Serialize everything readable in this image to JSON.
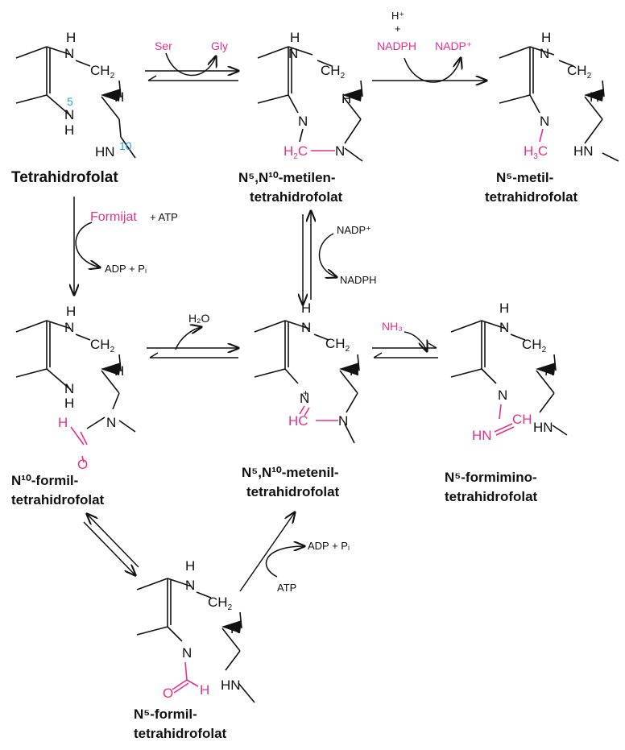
{
  "colors": {
    "accent": "#e8308a",
    "locant": "#2aa0d8",
    "ink": "#111111"
  },
  "atoms": {
    "N": "N",
    "H": "H",
    "CH2": "CH",
    "sub2": "2",
    "HN": "HN",
    "H2C": "H",
    "C": "C",
    "H3C": "H",
    "HC": "HC",
    "O": "O",
    "plus": "+",
    "HN_eq": "HN",
    "CH": "CH"
  },
  "locants": {
    "n5": "5",
    "n10": "10"
  },
  "compounds": {
    "thf": "Tetrahidrofolat",
    "methylene": {
      "line1": "N⁵,N¹⁰-metilen-",
      "line2": "tetrahidrofolat"
    },
    "methyl": {
      "line1": "N⁵-metil-",
      "line2": "tetrahidrofolat"
    },
    "formyl10": {
      "line1": "N¹⁰-formil-",
      "line2": "tetrahidrofolat"
    },
    "methenyl": {
      "line1": "N⁵,N¹⁰-metenil-",
      "line2": "tetrahidrofolat"
    },
    "formimino": {
      "line1": "N⁵-formimino-",
      "line2": "tetrahidrofolat"
    },
    "formyl5": {
      "line1": "N⁵-formil-",
      "line2": "tetrahidrofolat"
    }
  },
  "reagents": {
    "ser": "Ser",
    "gly": "Gly",
    "hplus": "H⁺",
    "plus": "+",
    "nadph": "NADPH",
    "nadp": "NADP⁺",
    "formijat": "Formijat",
    "atp_plus": "+ ATP",
    "adp_pi": "ADP + Pᵢ",
    "h2o": "H₂O",
    "nadp_mid": "NADP⁺",
    "nadph_mid": "NADPH",
    "nh3": "NH₃",
    "adp_pi_2": "ADP + Pᵢ",
    "atp": "ATP"
  }
}
